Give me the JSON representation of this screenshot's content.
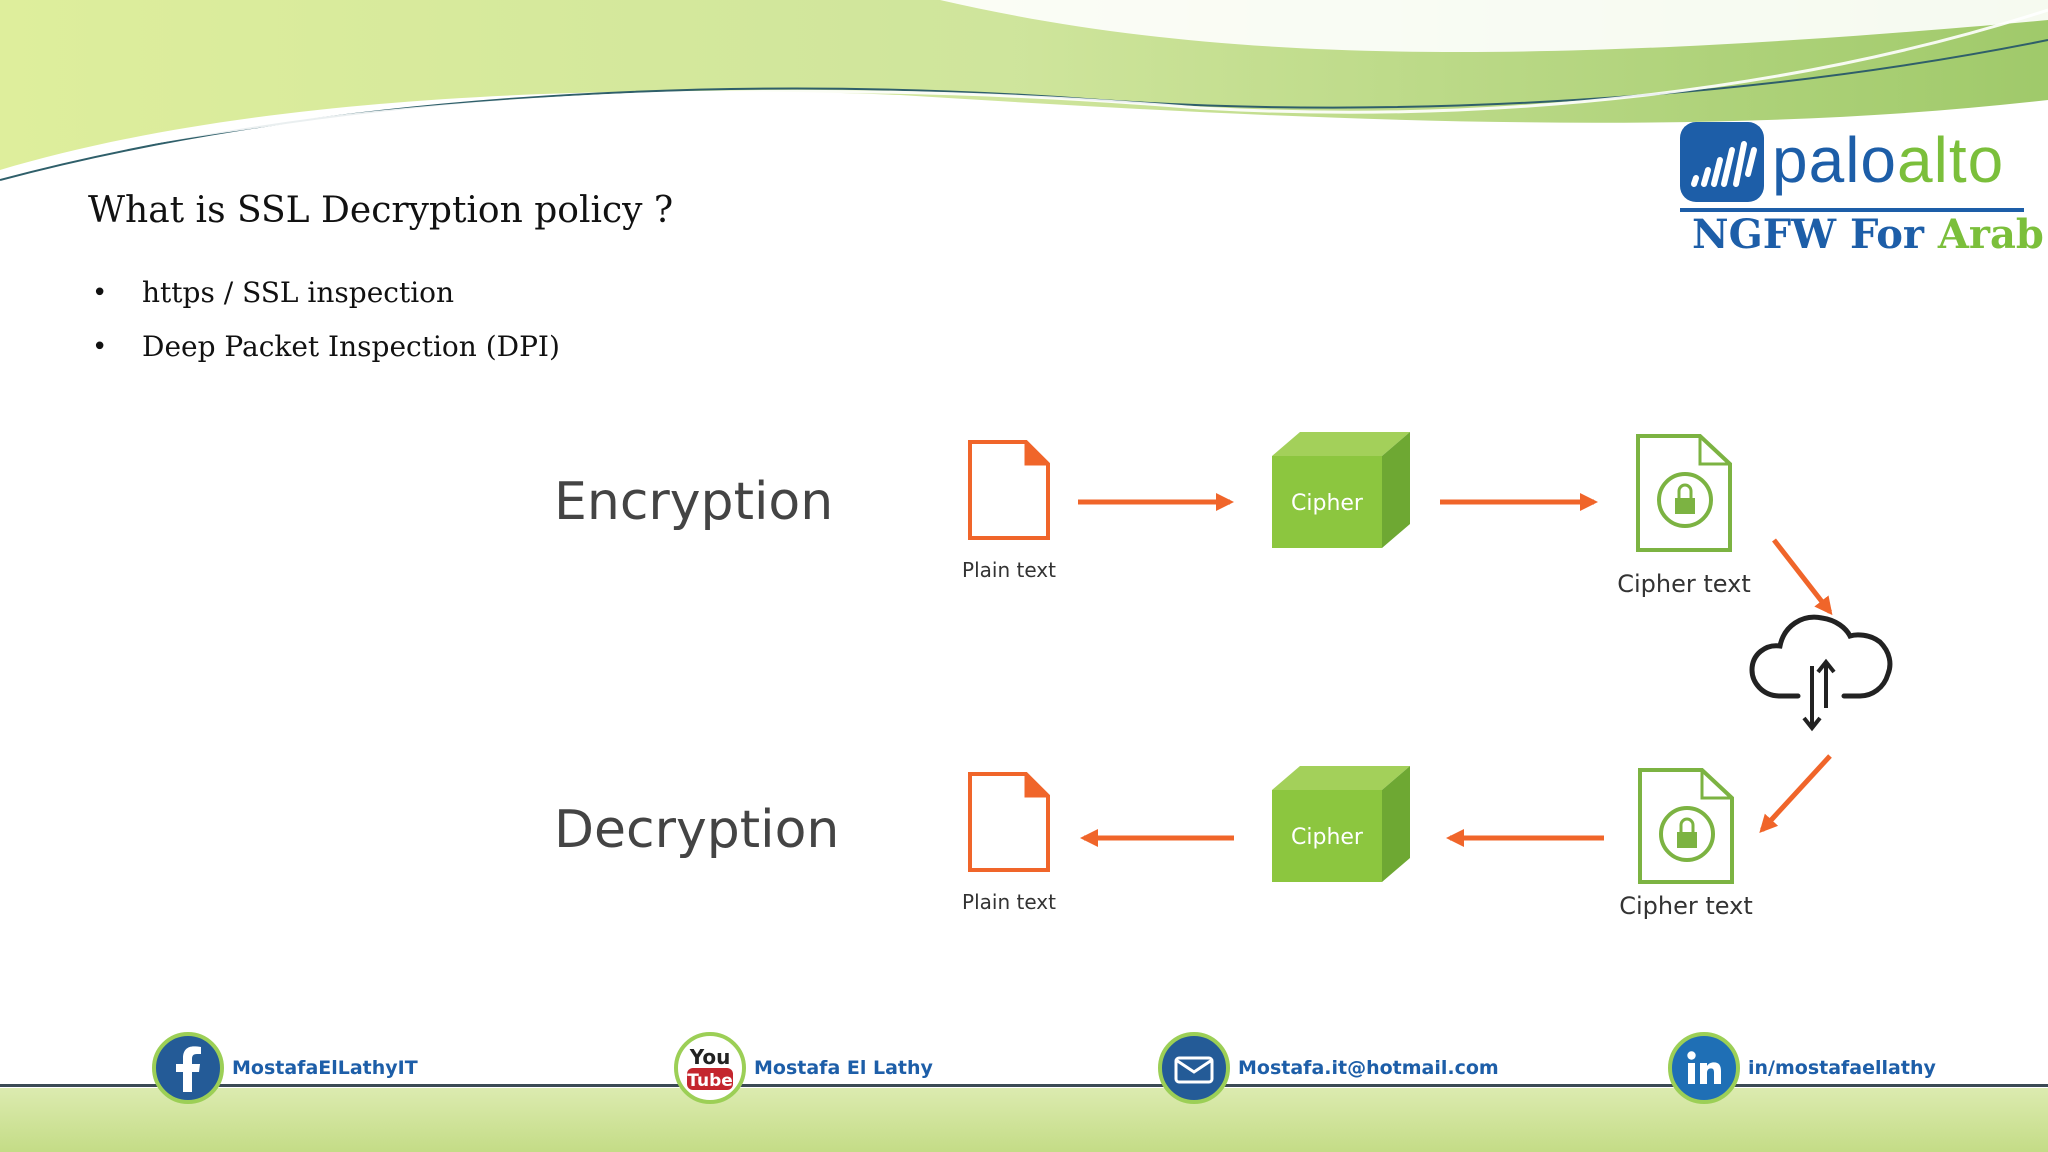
{
  "slide": {
    "title": "What is SSL Decryption policy ?",
    "bullets": [
      "https / SSL inspection",
      "Deep Packet Inspection (DPI)"
    ]
  },
  "logo": {
    "word_part1": "palo",
    "word_part2": "alto",
    "sub_part1": "NGFW",
    "sub_part2": "For",
    "sub_part3": "Arab"
  },
  "diagram": {
    "encryption_label": "Encryption",
    "decryption_label": "Decryption",
    "plain_text": "Plain text",
    "cipher": "Cipher",
    "cipher_text": "Cipher text",
    "colors": {
      "arrow": "#f0652a",
      "cube": "#8cc63f",
      "doc_orange": "#f0652a",
      "doc_green": "#7cb342"
    }
  },
  "footer": {
    "facebook": "MostafaElLathyIT",
    "youtube": "Mostafa El Lathy",
    "email": "Mostafa.it@hotmail.com",
    "linkedin": "in/mostafaellathy",
    "youtube_icon_top": "You",
    "youtube_icon_bottom": "Tube"
  }
}
